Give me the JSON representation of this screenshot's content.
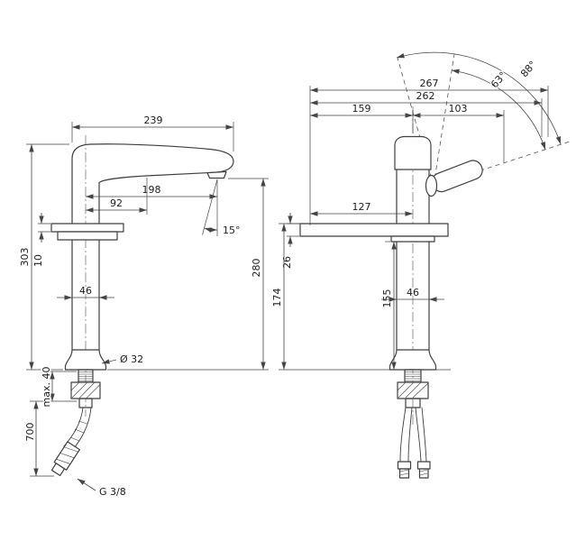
{
  "drawing": {
    "title": "Faucet dimensional drawing",
    "left_view": {
      "spout_width": "239",
      "spout_reach": "198",
      "reach_inner": "92",
      "stream_angle": "15°",
      "total_height": "303",
      "outlet_height": "280",
      "plate_thickness": "10",
      "body_width": "46",
      "base_diameter": "Ø 32",
      "max_mounting": "max. 40",
      "hose_length": "700",
      "thread_size": "G 3/8"
    },
    "right_view": {
      "overall_width": "267",
      "width_secondary": "262",
      "width_left": "159",
      "width_right": "103",
      "shelf_width": "127",
      "shelf_thickness": "26",
      "height_shelf_top": "174",
      "height_shelf_bottom": "155",
      "body_width": "46",
      "swivel_angle_inner": "63°",
      "swivel_angle_outer": "88°"
    }
  }
}
